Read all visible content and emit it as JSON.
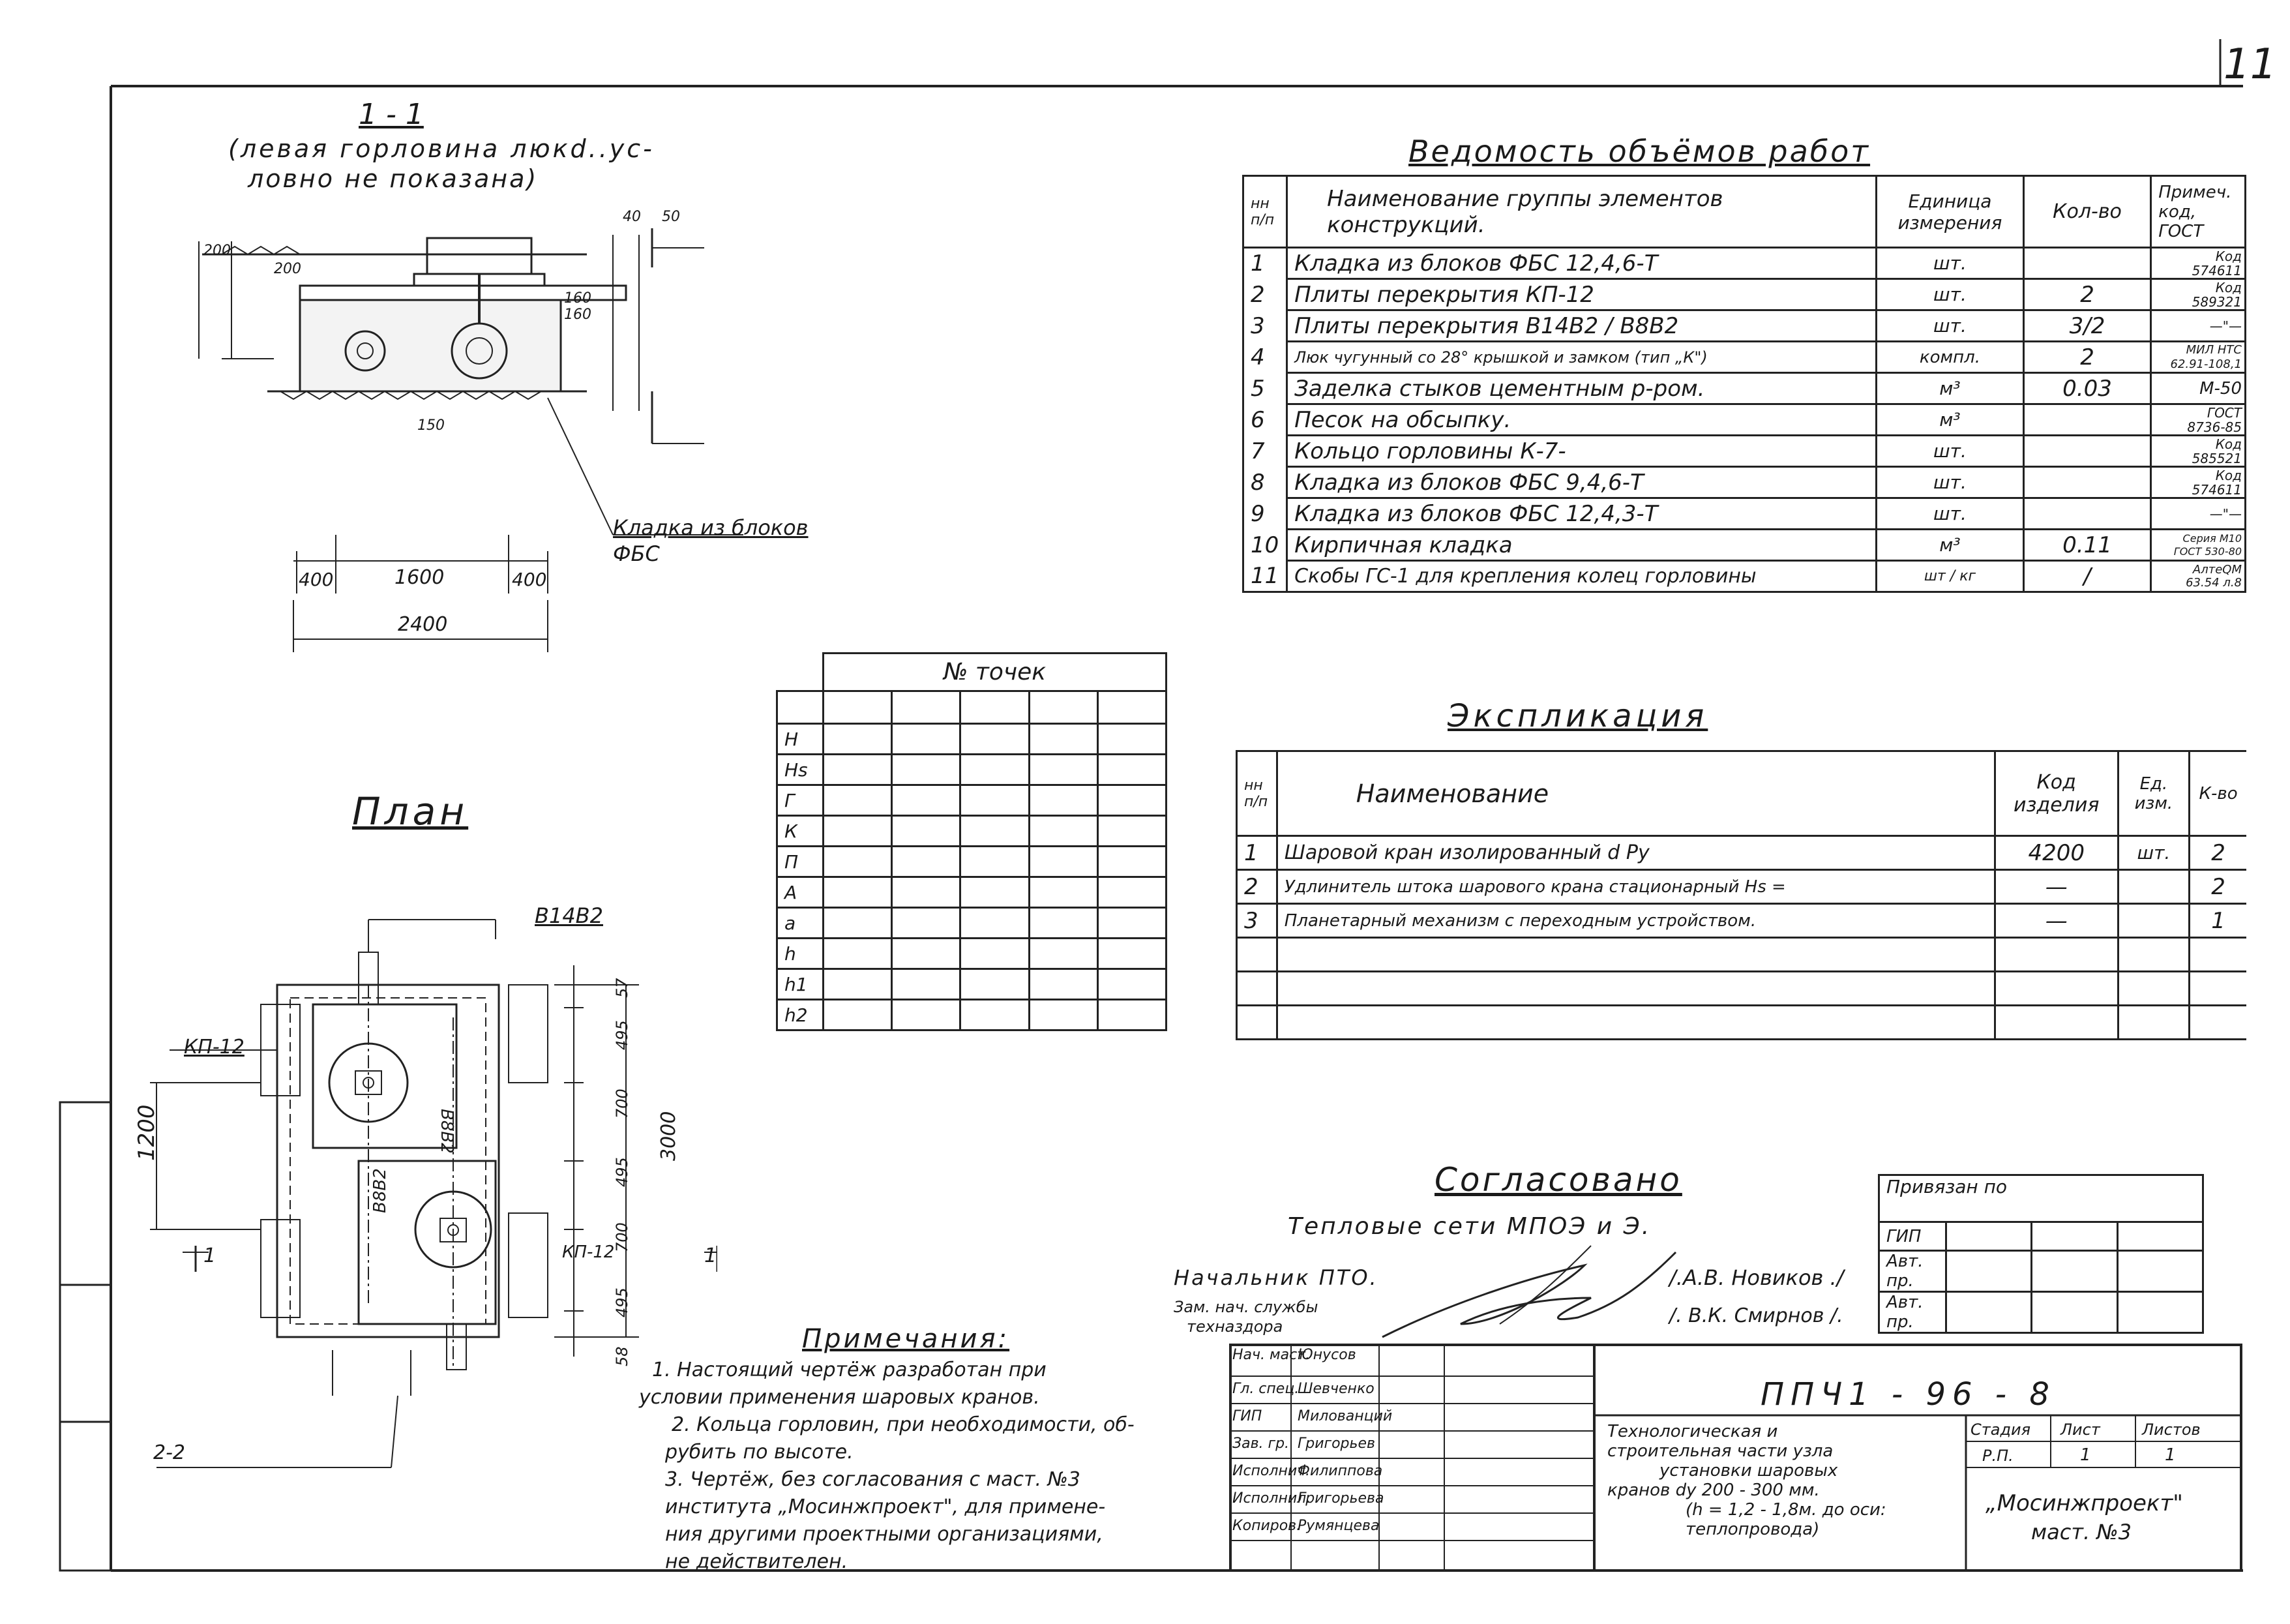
{
  "page_number": "11",
  "section": {
    "title": "1 - 1",
    "subtitle_line1": "(левая горловина люкd..ус-",
    "subtitle_line2": "ловно не показана)",
    "dims": {
      "d200a": "200",
      "d200b": "200",
      "d40": "40",
      "d50": "50",
      "d160a": "160",
      "d160b": "160",
      "d150": "150"
    },
    "label_blocks_line1": "Кладка из блоков",
    "label_blocks_line2": "ФБС",
    "dim_400_left": "400",
    "dim_1600": "1600",
    "dim_400_right": "400",
    "dim_2400": "2400"
  },
  "plan": {
    "title": "План",
    "labels": {
      "b14b2": "В14В2",
      "kp12_left": "КП-12",
      "kp12_right": "КП-12",
      "b8b2_top": "В8В2",
      "b8b2_bottom": "В8В2"
    },
    "dims": {
      "d1200": "1200",
      "d3000": "3000",
      "d57": "57",
      "d495a": "495",
      "d700a": "700",
      "d495b": "495",
      "d700b": "700",
      "d495c": "495",
      "d58": "58"
    },
    "section_mark_left": "1",
    "section_mark_right": "1",
    "section_mark_bottom": "2-2"
  },
  "points_table": {
    "header": "№ точек",
    "rows": [
      "Н",
      "Нs",
      "Г",
      "К",
      "П",
      "А",
      "а",
      "h",
      "h1",
      "h2"
    ]
  },
  "volumes": {
    "title": "Ведомость объёмов работ",
    "headers": {
      "num": "нн п/п",
      "name": "Наименование группы элементов конструкций.",
      "unit": "Единица измерения",
      "qty": "Кол-во",
      "note": "Примеч. код, ГОСТ"
    },
    "rows": [
      {
        "n": "1",
        "name": "Кладка из блоков ФБС 12,4,6-Т",
        "unit": "шт.",
        "qty": "",
        "note1": "Код",
        "note2": "574611"
      },
      {
        "n": "2",
        "name": "Плиты перекрытия КП-12",
        "unit": "шт.",
        "qty": "2",
        "note1": "Код",
        "note2": "589321"
      },
      {
        "n": "3",
        "name": "Плиты перекрытия В14В2 / В8В2",
        "unit": "шт.",
        "qty": "3/2",
        "note1": "",
        "note2": "—\"—"
      },
      {
        "n": "4",
        "name": "Люк чугунный со 28° крышкой и замком (тип „К\")",
        "unit": "компл.",
        "qty": "2",
        "note1": "МИЛ НТС",
        "note2": "62.91-108,1"
      },
      {
        "n": "5",
        "name": "Заделка стыков цементным р-ром.",
        "unit": "м³",
        "qty": "0.03",
        "note1": "",
        "note2": "М-50"
      },
      {
        "n": "6",
        "name": "Песок на обсыпку.",
        "unit": "м³",
        "qty": "",
        "note1": "ГОСТ",
        "note2": "8736-85"
      },
      {
        "n": "7",
        "name": "Кольцо горловины К-7-",
        "unit": "шт.",
        "qty": "",
        "note1": "Код",
        "note2": "585521"
      },
      {
        "n": "8",
        "name": "Кладка из блоков ФБС 9,4,6-Т",
        "unit": "шт.",
        "qty": "",
        "note1": "Код",
        "note2": "574611"
      },
      {
        "n": "9",
        "name": "Кладка из блоков ФБС 12,4,3-Т",
        "unit": "шт.",
        "qty": "",
        "note1": "",
        "note2": "—\"—"
      },
      {
        "n": "10",
        "name": "Кирпичная кладка",
        "unit": "м³",
        "qty": "0.11",
        "note1": "Серия М10",
        "note2": "ГОСТ 530-80"
      },
      {
        "n": "11",
        "name": "Скобы ГС-1 для крепления колец горловины",
        "unit": "шт / кг",
        "qty": "/",
        "note1": "АлтеQМ",
        "note2": "63.54 л.8"
      }
    ]
  },
  "explication": {
    "title": "Экспликация",
    "headers": {
      "num": "нн п/п",
      "name": "Наименование",
      "code": "Код изделия",
      "unit": "Ед. изм.",
      "qty": "К-во"
    },
    "rows": [
      {
        "n": "1",
        "name": "Шаровой кран изолированный     d     Ру",
        "code": "4200",
        "unit": "шт.",
        "qty": "2"
      },
      {
        "n": "2",
        "name": "Удлинитель штока шарового крана стационарный Нs =",
        "code": "—",
        "unit": "",
        "qty": "2"
      },
      {
        "n": "3",
        "name": "Планетарный механизм с переходным устройством.",
        "code": "—",
        "unit": "",
        "qty": "1"
      },
      {
        "n": "",
        "name": "",
        "code": "",
        "unit": "",
        "qty": ""
      },
      {
        "n": "",
        "name": "",
        "code": "",
        "unit": "",
        "qty": ""
      },
      {
        "n": "",
        "name": "",
        "code": "",
        "unit": "",
        "qty": ""
      }
    ]
  },
  "approval": {
    "title": "Согласовано",
    "org": "Тепловые сети МПОЭ и Э.",
    "role1": "Начальник ПТО.",
    "role2_line1": "Зам. нач. службы",
    "role2_line2": "техназдора",
    "name1": "/.А.В. Новиков ./",
    "name2": "/. В.К. Смирнов /."
  },
  "binding": {
    "title": "Привязан по",
    "rows": [
      "ГИП",
      "Авт. пр.",
      "Авт. пр."
    ]
  },
  "notes": {
    "title": "Примечания:",
    "items": [
      "1. Настоящий чертёж разработан при",
      "условии применения шаровых кранов.",
      "2. Кольца горловин, при необходимости, об-",
      "рубить по высоте.",
      "3. Чертёж, без согласования с маст. №3",
      "института „Мосинжпроект\", для примене-",
      "ния другими проектными организациями,",
      "не действителен."
    ]
  },
  "title_block": {
    "code": "ППЧ1 - 96 - 8",
    "staff": [
      {
        "role": "Нач. маст.",
        "name": "Юнусов"
      },
      {
        "role": "Гл. спец.",
        "name": "Шевченко"
      },
      {
        "role": "ГИП",
        "name": "Милованций"
      },
      {
        "role": "Зав. гр.",
        "name": "Григорьев"
      },
      {
        "role": "Исполнит.",
        "name": "Филиппова"
      },
      {
        "role": "Исполнил.",
        "name": "Григорьева"
      },
      {
        "role": "Копиров.",
        "name": "Румянцева"
      }
    ],
    "desc": [
      "Технологическая и",
      "строительная части узла",
      "установки шаровых",
      "кранов dу 200 - 300 мм.",
      "(h = 1,2 - 1,8м. до оси:",
      "теплопровода)"
    ],
    "stage_label": "Стадия",
    "sheet_label": "Лист",
    "sheets_label": "Листов",
    "stage": "Р.П.",
    "sheet": "1",
    "sheets": "1",
    "org_line1": "„Мосинжпроект\"",
    "org_line2": "маст. №3"
  }
}
